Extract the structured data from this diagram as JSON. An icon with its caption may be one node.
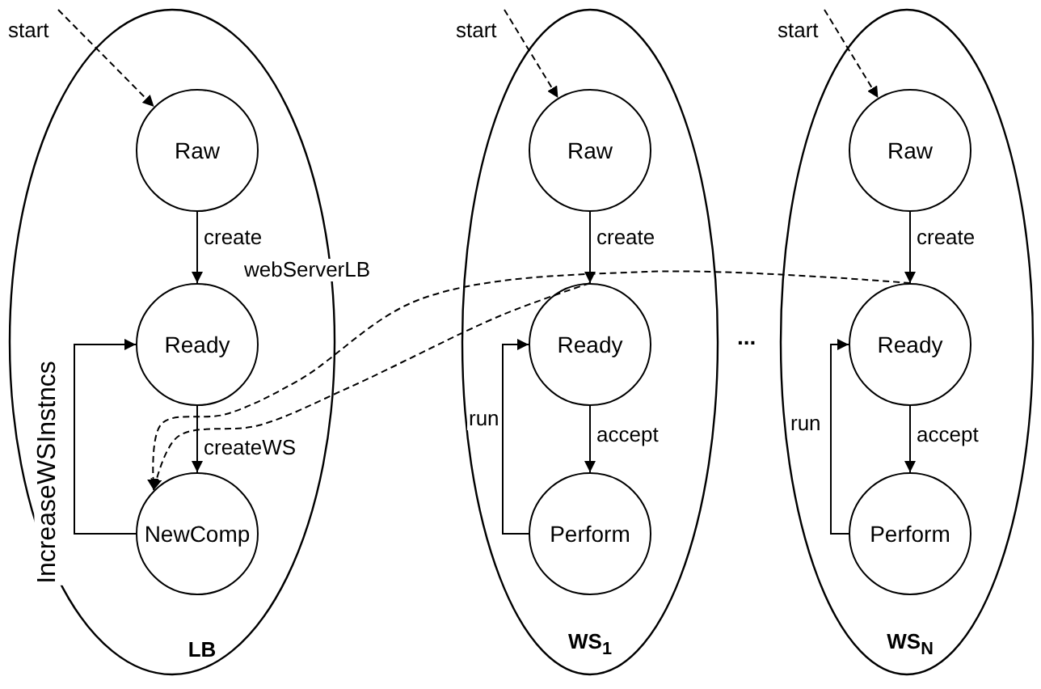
{
  "diagram": {
    "nodes": [
      {
        "text": [
          "LB"
        ]
      },
      {
        "text": [
          "Raw"
        ],
        "in": 0
      },
      {
        "text": [
          "Ready"
        ],
        "in": 0
      },
      {
        "text": [
          "NewComp"
        ],
        "in": 0
      },
      {
        "text": [
          "WS$_{1}$"
        ]
      },
      {
        "text": [
          "Raw"
        ],
        "in": 4
      },
      {
        "text": [
          "Ready"
        ],
        "in": 4
      },
      {
        "text": [
          "Perform"
        ],
        "in": 4
      },
      {
        "text": [
          "WS$_{N}$"
        ]
      },
      {
        "text": [
          "Raw"
        ],
        "in": 8
      },
      {
        "text": [
          "Ready"
        ],
        "in": 8
      },
      {
        "text": [
          "Perform"
        ],
        "in": 8
      }
    ],
    "edges": [
      {
        "from": null,
        "to": 1,
        "arrow": "to",
        "label": "start",
        "style": "dashed"
      },
      {
        "from": 1,
        "to": 2,
        "arrow": "to",
        "label": "create"
      },
      {
        "from": 2,
        "to": 3,
        "arrow": "to",
        "label": "createWS"
      },
      {
        "from": 3,
        "to": 2,
        "arrow": "to",
        "label": "IncreaseWSInstncs"
      },
      {
        "from": null,
        "to": 5,
        "arrow": "to",
        "label": "start",
        "style": "dashed"
      },
      {
        "from": 5,
        "to": 6,
        "arrow": "to",
        "label": "create"
      },
      {
        "from": 6,
        "to": 7,
        "arrow": "to",
        "label": "accept"
      },
      {
        "from": 7,
        "to": 6,
        "arrow": "to",
        "label": "run"
      },
      {
        "from": null,
        "to": 9,
        "arrow": "to",
        "label": "start",
        "style": "dashed"
      },
      {
        "from": 9,
        "to": 10,
        "arrow": "to",
        "label": "create"
      },
      {
        "from": 10,
        "to": 11,
        "arrow": "to",
        "label": "accept"
      },
      {
        "from": 11,
        "to": 10,
        "arrow": "to",
        "label": "run"
      },
      {
        "from": 10,
        "to": 3,
        "arrow": "to",
        "label": "webServerLB",
        "style": "dashed"
      },
      {
        "from": 6,
        "to": 3,
        "arrow": "to",
        "style": "dashed"
      }
    ],
    "labels": [
      "..."
    ]
  }
}
